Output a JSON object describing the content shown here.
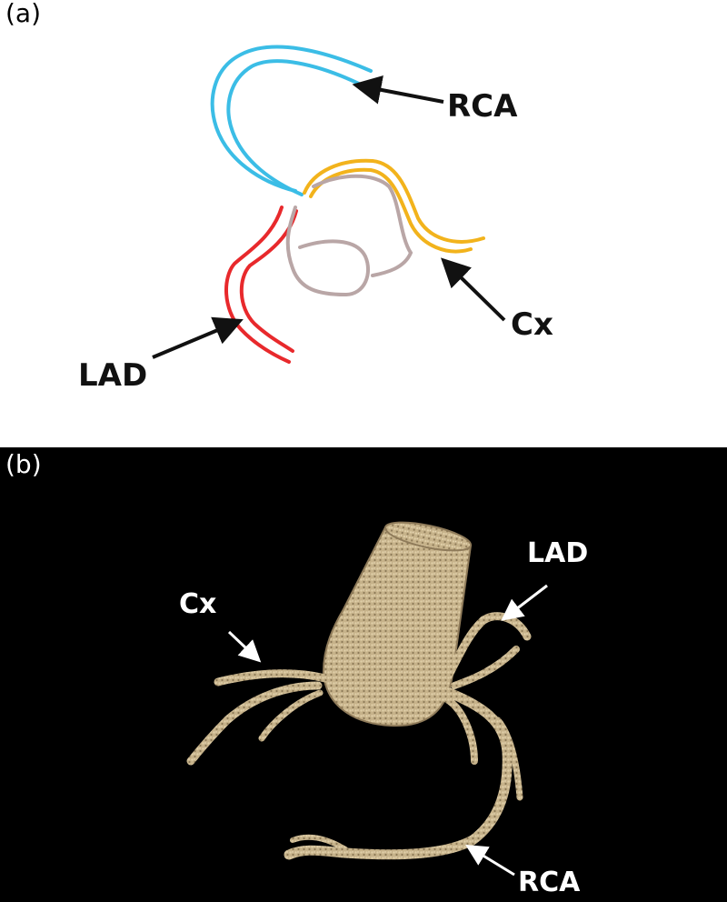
{
  "panel_a": {
    "letter": "(a)",
    "labels": {
      "rca": "RCA",
      "cx": "Cx",
      "lad": "LAD"
    },
    "colors": {
      "rca": "#3bbde6",
      "cx": "#f2b31c",
      "lad": "#e8292c",
      "aorta": "#b9a6a6",
      "arrow": "#111111"
    }
  },
  "panel_b": {
    "letter": "(b)",
    "labels": {
      "cx": "Cx",
      "lad": "LAD",
      "rca": "RCA"
    },
    "colors": {
      "vessel": "#c9b48c",
      "vessel_dark": "#8f7b5a",
      "background": "#000000",
      "text": "#ffffff"
    }
  }
}
